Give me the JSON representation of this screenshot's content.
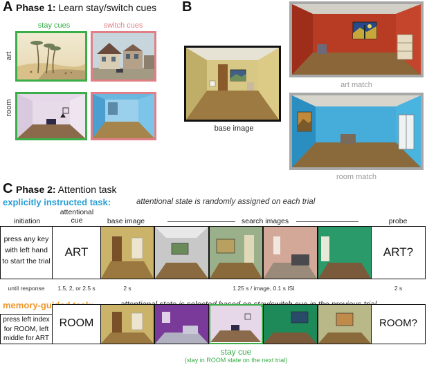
{
  "panel_a": {
    "letter": "A",
    "title_bold": "Phase 1:",
    "title_rest": "Learn stay/switch cues",
    "stay_header": "stay cues",
    "switch_header": "switch cues",
    "row_art": "art",
    "row_room": "room"
  },
  "panel_b": {
    "letter": "B",
    "base_caption": "base image",
    "art_caption": "art match",
    "room_caption": "room match"
  },
  "panel_c": {
    "letter": "C",
    "title_bold": "Phase 2:",
    "title_rest": "Attention task",
    "explicit": {
      "title": "explicitly instructed task:",
      "desc": "attentional state is randomly assigned on each trial",
      "headers": {
        "initiation": "initiation",
        "cue_line1": "attentional",
        "cue_line2": "cue",
        "base": "base image",
        "search": "search images",
        "probe": "probe"
      },
      "init_text": [
        "press any key",
        "with left hand",
        "to start the trial"
      ],
      "cue_word": "ART",
      "probe_word": "ART?",
      "timing": {
        "init": "until response",
        "cue": "1.5, 2, or 2.5 s",
        "base": "2 s",
        "search": "1.25 s / image, 0.1 s ISI",
        "probe": "2 s"
      }
    },
    "memory": {
      "title": "memory-guided task:",
      "desc": "attentional state is selected based on stay/switch cue in the previous trial",
      "init_text": [
        "press left index",
        "for ROOM, left",
        "middle for ART"
      ],
      "cue_word": "ROOM",
      "probe_word": "ROOM?",
      "stay_label": "stay cue",
      "stay_sub": "(stay in ROOM state on the next trial)"
    }
  },
  "colors": {
    "stay_green": "#3aae49",
    "switch_pink": "#e07f86",
    "explicit_blue": "#2a9fd6",
    "memory_orange": "#f0962a",
    "match_gray": "#a8a8a8"
  }
}
